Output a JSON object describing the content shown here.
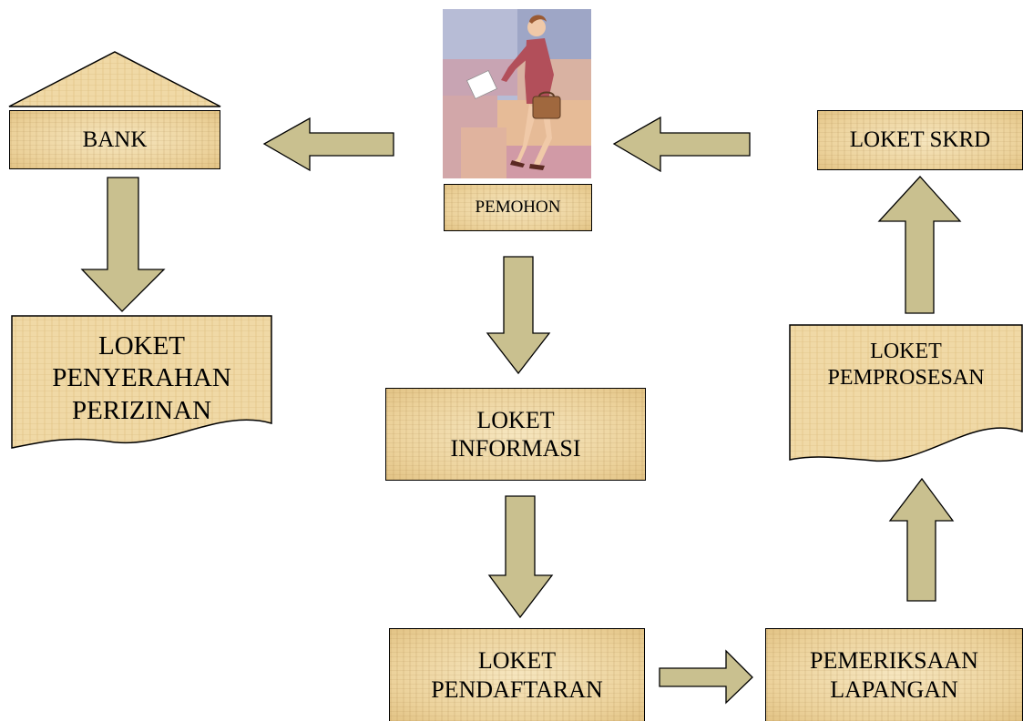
{
  "nodes": {
    "bank": "BANK",
    "pemohon": "PEMOHON",
    "loket_skrd": "LOKET SKRD",
    "loket_penyerahan": [
      "LOKET",
      "PENYERAHAN",
      "PERIZINAN"
    ],
    "loket_informasi": [
      "LOKET",
      "INFORMASI"
    ],
    "loket_pemprosesan": [
      "LOKET",
      "PEMPROSESAN"
    ],
    "loket_pendaftaran": [
      "LOKET",
      "PENDAFTARAN"
    ],
    "pemeriksaan_lapangan": [
      "PEMERIKSAAN",
      "LAPANGAN"
    ]
  },
  "colors": {
    "arrow_fill": "#c9c08f",
    "parchment": "#f2ddae",
    "stroke": "#000000"
  },
  "icons": {
    "bank_roof": "bank-roof-icon",
    "applicant_photo": "businesswoman-clipart-icon"
  }
}
